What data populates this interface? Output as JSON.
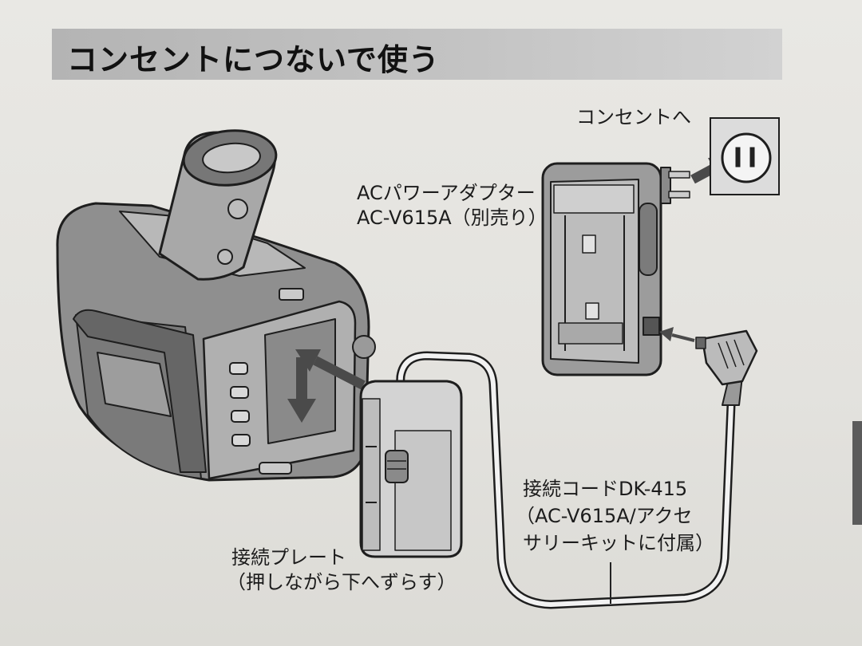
{
  "heading": "コンセントにつないで使う",
  "labels": {
    "outlet": "コンセントへ",
    "adapter_line1": "ACパワーアダプター",
    "adapter_line2": "AC-V615A（別売り）",
    "cord_line1": "接続コードDK-415",
    "cord_line2": "（AC-V615A/アクセ",
    "cord_line3": "サリーキットに付属）",
    "plate_line1": "接続プレート",
    "plate_line2": "（押しながら下へずらす）"
  },
  "colors": {
    "paper": "#e6e5e1",
    "heading_band": "#bcbcbc",
    "device_gray": "#9c9c9c",
    "arrow_gray": "#4a4a4a",
    "side_tab": "#5b5b5b"
  }
}
